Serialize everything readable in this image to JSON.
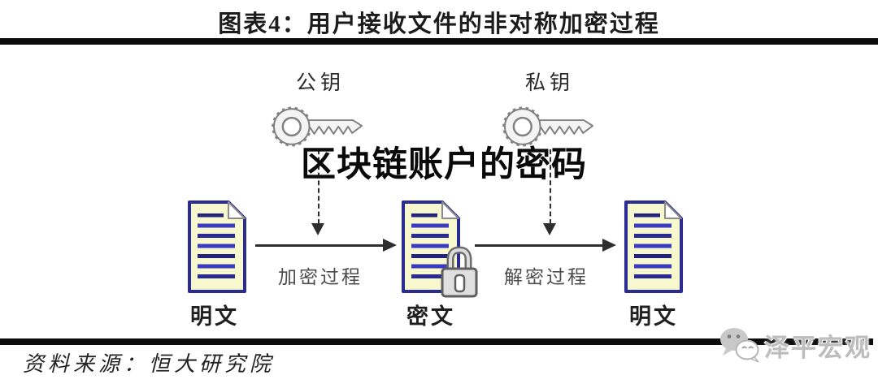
{
  "header": {
    "title": "图表4：用户接收文件的非对称加密过程"
  },
  "diagram": {
    "public_key_label": "公钥",
    "private_key_label": "私钥",
    "overlay_text": "区块链账户的密码",
    "nodes": [
      {
        "label": "明文"
      },
      {
        "label": "密文"
      },
      {
        "label": "明文"
      }
    ],
    "processes": [
      {
        "label": "加密过程"
      },
      {
        "label": "解密过程"
      }
    ]
  },
  "footer": {
    "source": "资料来源：恒大研究院",
    "watermark": "泽平宏观"
  },
  "icons": [
    "public-key-icon",
    "private-key-icon",
    "document-icon",
    "lock-icon",
    "wechat-icon"
  ],
  "colors": {
    "rule_black": "#0c0c0c",
    "document_fill": "#f8f8cf",
    "document_border": "#2b2b94",
    "document_line_navy": "#23237d",
    "document_line_blue": "#3a3ac2",
    "key_fill": "#f4f4f4",
    "key_outline": "#818181",
    "lock_fill": "#e0e0e0",
    "lock_outline": "#5f5f5f",
    "watermark_gray": "#bdbdbd",
    "arrow_dark": "#2e2e2e"
  }
}
